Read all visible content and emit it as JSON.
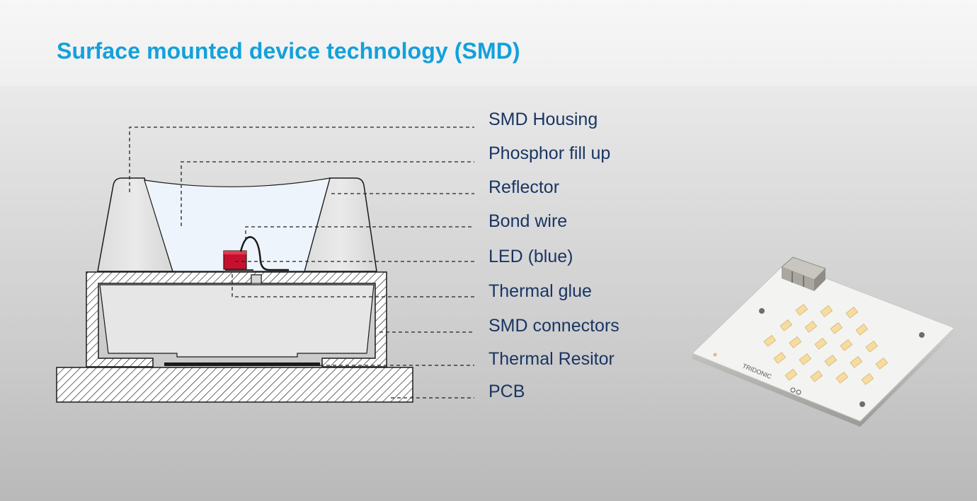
{
  "title": "Surface mounted device technology (SMD)",
  "labels": [
    {
      "id": "smd-housing",
      "text": "SMD Housing"
    },
    {
      "id": "phosphor-fill-up",
      "text": "Phosphor fill up"
    },
    {
      "id": "reflector",
      "text": "Reflector"
    },
    {
      "id": "bond-wire",
      "text": "Bond wire"
    },
    {
      "id": "led-blue",
      "text": "LED (blue)"
    },
    {
      "id": "thermal-glue",
      "text": "Thermal glue"
    },
    {
      "id": "smd-connectors",
      "text": "SMD connectors"
    },
    {
      "id": "thermal-resitor",
      "text": "Thermal Resitor"
    },
    {
      "id": "pcb",
      "text": "PCB"
    }
  ],
  "board": {
    "brand": "TRIDONIC"
  },
  "colors": {
    "title": "#13a0dc",
    "label": "#1a3563",
    "led_chip": "#c8102e",
    "phosphor": "#eef4fb",
    "board": "#f3f3f1",
    "led_emitter": "#f6dca0"
  }
}
